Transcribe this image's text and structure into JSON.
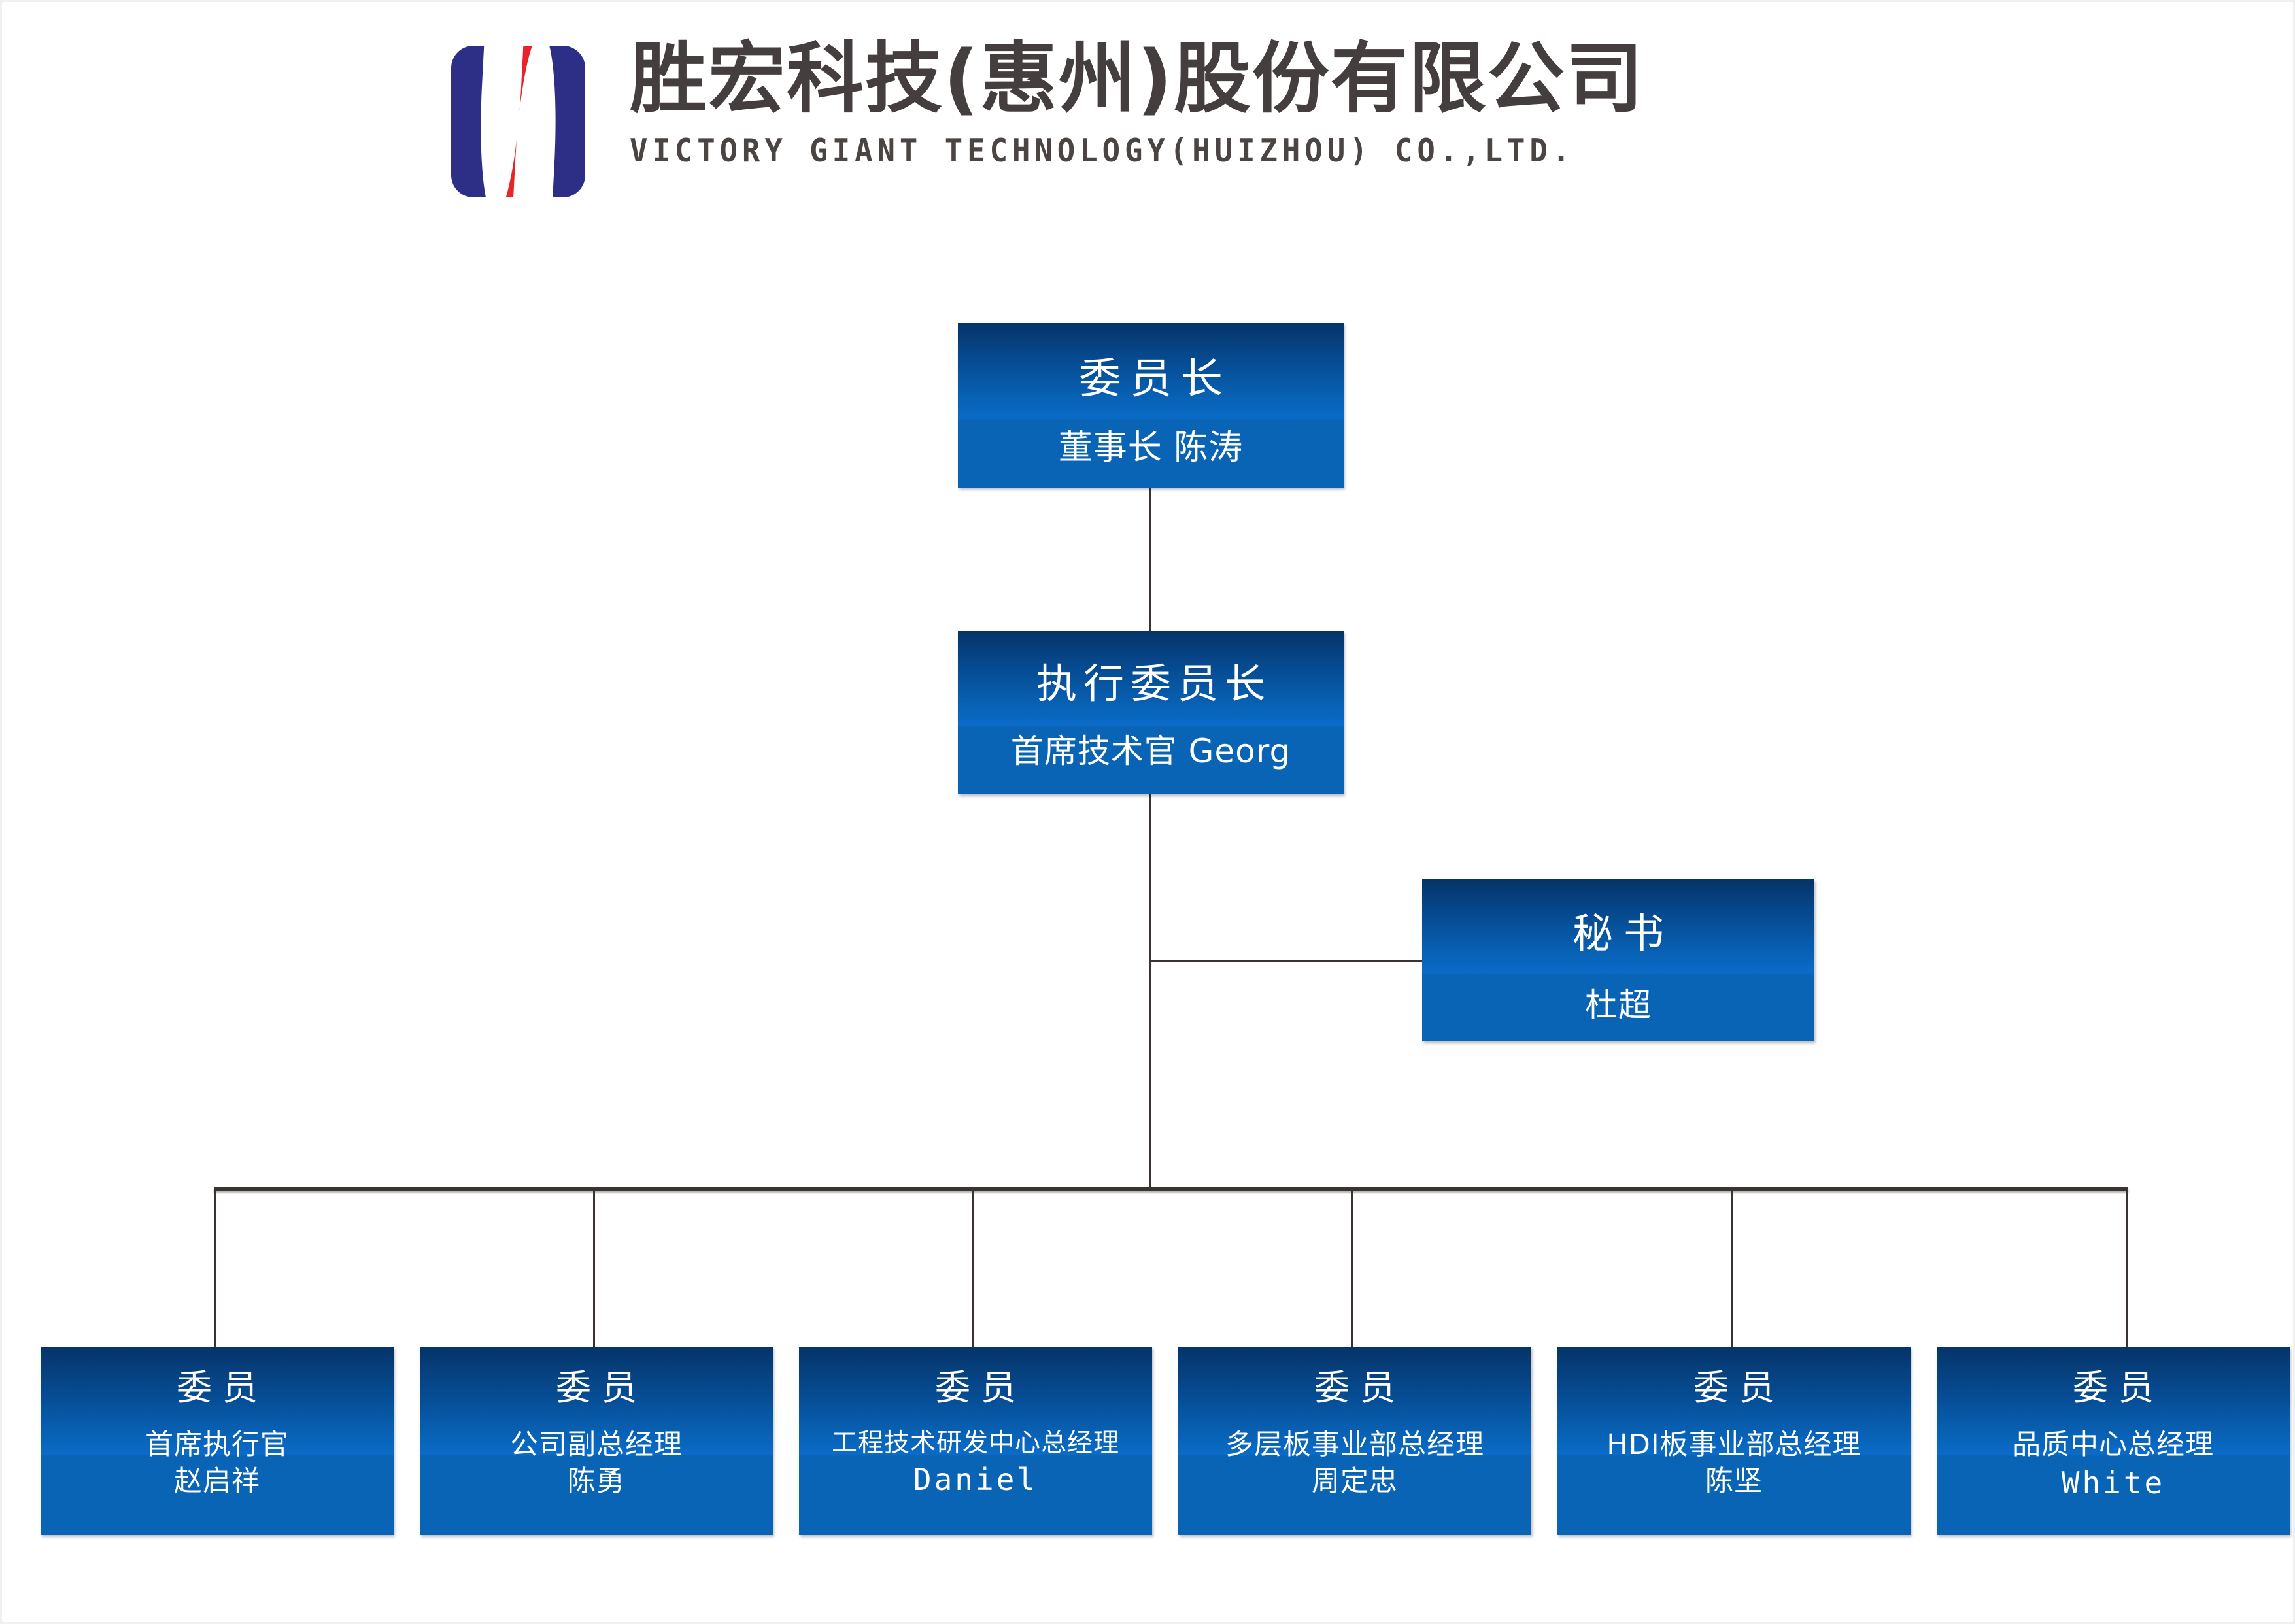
{
  "header": {
    "logo_name": "victory-giant-logo",
    "company_cn": "胜宏科技(惠州)股份有限公司",
    "company_en": "VICTORY GIANT TECHNOLOGY(HUIZHOU) CO.,LTD.",
    "colors": {
      "logo_blue": "#2d2f86",
      "logo_red": "#e8232a",
      "title_gray": "#443f3e"
    }
  },
  "theme": {
    "node_gradient_top": "#053468",
    "node_gradient_mid": "#0a6bc8",
    "node_solid_bottom": "#0a64b5",
    "connector": "#3a3330",
    "node_text": "#ffffff"
  },
  "chart": {
    "chairman": {
      "title": "委员长",
      "subtitle": "董事长 陈涛"
    },
    "executive": {
      "title": "执行委员长",
      "subtitle": "首席技术官 Georg"
    },
    "secretary": {
      "title": "秘书",
      "subtitle": "杜超"
    },
    "members": [
      {
        "title": "委员",
        "role": "首席执行官",
        "person": "赵启祥"
      },
      {
        "title": "委员",
        "role": "公司副总经理",
        "person": "陈勇"
      },
      {
        "title": "委员",
        "role": "工程技术研发中心总经理",
        "person": "Daniel"
      },
      {
        "title": "委员",
        "role": "多层板事业部总经理",
        "person": "周定忠"
      },
      {
        "title": "委员",
        "role": "HDI板事业部总经理",
        "person": "陈坚"
      },
      {
        "title": "委员",
        "role": "品质中心总经理",
        "person": "White"
      }
    ]
  }
}
